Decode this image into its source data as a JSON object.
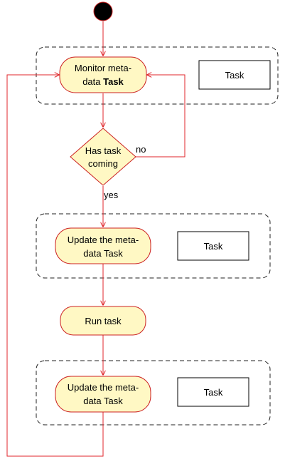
{
  "colors": {
    "flow_line": "#e0262b",
    "node_fill": "#fff8c4",
    "node_stroke": "#cc2222",
    "start_fill": "#000000",
    "task_box_stroke": "#000000",
    "group_border": "#222222",
    "background": "#ffffff"
  },
  "nodes": {
    "start": {
      "shape": "filled-circle"
    },
    "monitor": {
      "text_line1": "Monitor meta-",
      "text_line2_plain": "data ",
      "text_line2_bold": "Task"
    },
    "decision": {
      "line1": "Has task",
      "line2": "coming"
    },
    "update1": {
      "line1": "Update the meta-",
      "line2": "data Task"
    },
    "run": {
      "label": "Run task"
    },
    "update2": {
      "line1": "Update the meta-",
      "line2": "data Task"
    }
  },
  "tasks": {
    "task1": "Task",
    "task2": "Task",
    "task3": "Task"
  },
  "edges": {
    "no_label": "no",
    "yes_label": "yes"
  }
}
